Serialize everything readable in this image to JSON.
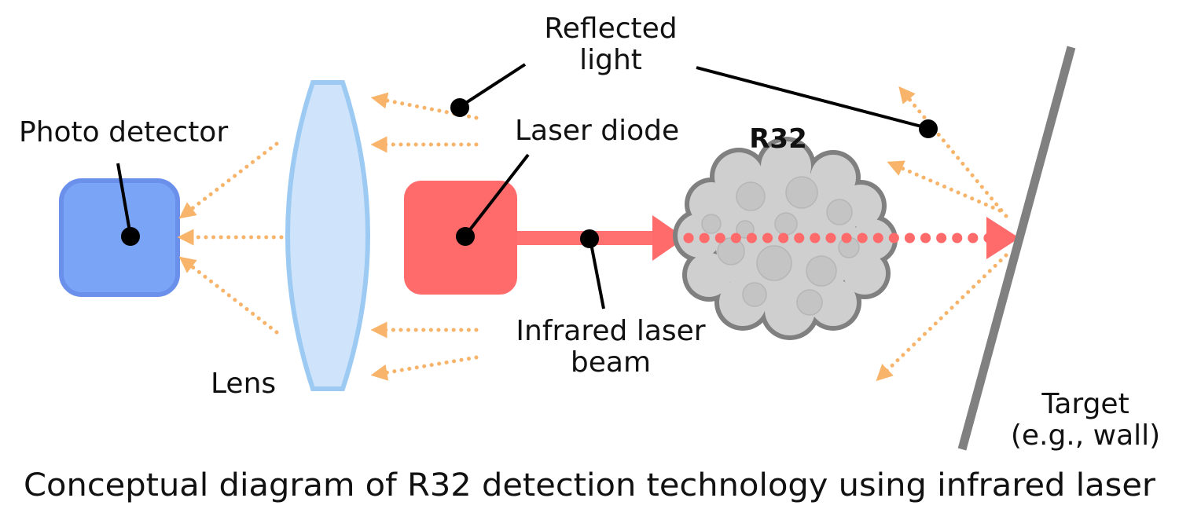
{
  "labels": {
    "photo_detector": "Photo detector",
    "lens": "Lens",
    "laser_diode": "Laser diode",
    "reflected_light_line1": "Reflected",
    "reflected_light_line2": "light",
    "gas": "R32",
    "beam_line1": "Infrared laser",
    "beam_line2": "beam",
    "target_line1": "Target",
    "target_line2": "(e.g., wall)"
  },
  "caption": "Conceptual diagram of R32 detection technology using infrared laser",
  "colors": {
    "detector_fill": "#7aa5f7",
    "detector_stroke": "#6a90ec",
    "lens_fill": "#cfe4fb",
    "lens_stroke": "#9ccaf3",
    "laser_fill": "#ff6a6a",
    "reflected_light": "#f7b46a",
    "cloud_fill": "#cfcfcf",
    "cloud_stroke": "#808080",
    "target_wall": "#808080",
    "leader_line": "#000000"
  }
}
